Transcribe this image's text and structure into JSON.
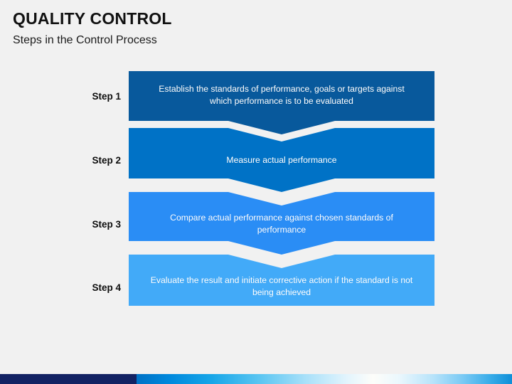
{
  "header": {
    "title": "QUALITY CONTROL",
    "subtitle": "Steps in the Control Process"
  },
  "colors": {
    "background": "#f1f1f1",
    "title_text": "#111111",
    "band_text": "#ffffff",
    "step_label_text": "#0d0d0d",
    "band_1": "#08599c",
    "band_2": "#0072c6",
    "band_3": "#2a8df5",
    "band_4": "#42aaf8",
    "bottom_bar_navy": "#122263",
    "bottom_bar_blue": "#0089dd"
  },
  "chart_data": {
    "type": "diagram",
    "subtype": "chevron-process-flow",
    "title": "QUALITY CONTROL",
    "subtitle": "Steps in the Control Process",
    "direction": "top-to-bottom",
    "step_count": 4,
    "steps": [
      {
        "label": "Step 1",
        "text": "Establish the standards of performance, goals or targets against which performance is to be evaluated",
        "color": "#08599c"
      },
      {
        "label": "Step 2",
        "text": "Measure actual performance",
        "color": "#0072c6"
      },
      {
        "label": "Step 3",
        "text": "Compare actual performance against chosen standards of performance",
        "color": "#2a8df5"
      },
      {
        "label": "Step 4",
        "text": "Evaluate the result and initiate corrective action if the standard is not being achieved",
        "color": "#42aaf8"
      }
    ]
  }
}
